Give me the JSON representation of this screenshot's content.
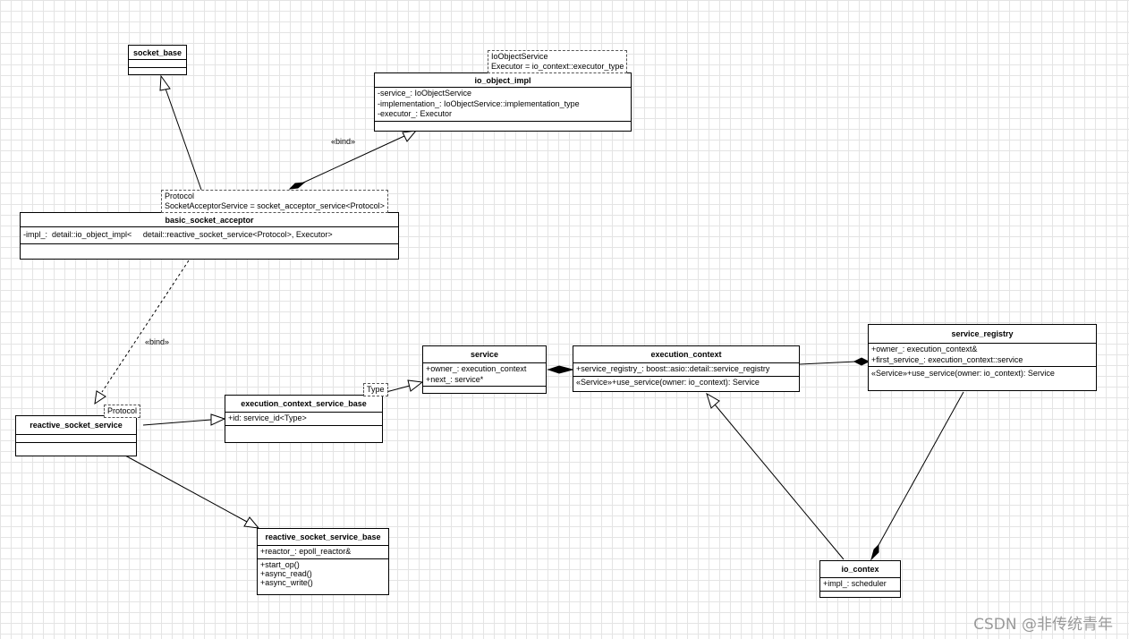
{
  "classes": {
    "socket_base": {
      "title": "socket_base"
    },
    "io_object_impl": {
      "title": "io_object_impl",
      "template": [
        "IoObjectService",
        "Executor = io_context::executor_type"
      ],
      "attributes": [
        "-service_: IoObjectService",
        "-implementation_: IoObjectService::implementation_type",
        "-executor_: Executor"
      ]
    },
    "basic_socket_acceptor": {
      "title": "basic_socket_acceptor",
      "template": [
        "Protocol",
        "SocketAcceptorService = socket_acceptor_service<Protocol>"
      ],
      "attributes": [
        "-impl_:  detail::io_object_impl<     detail::reactive_socket_service<Protocol>, Executor>"
      ]
    },
    "reactive_socket_service": {
      "title": "reactive_socket_service",
      "template": [
        "Protocol"
      ]
    },
    "execution_context_service_base": {
      "title": "execution_context_service_base",
      "template": [
        "Type"
      ],
      "attributes": [
        "+id: service_id<Type>"
      ]
    },
    "service": {
      "title": "service",
      "attributes": [
        "+owner_: execution_context",
        "+next_: service*"
      ]
    },
    "execution_context": {
      "title": "execution_context",
      "attributes": [
        "+service_registry_: boost::asio::detail::service_registry"
      ],
      "operations": [
        "«Service»+use_service(owner: io_context): Service"
      ]
    },
    "service_registry": {
      "title": "service_registry",
      "attributes": [
        "+owner_: execution_context&",
        "+first_service_: execution_context::service"
      ],
      "operations": [
        "«Service»+use_service(owner: io_context): Service"
      ]
    },
    "reactive_socket_service_base": {
      "title": "reactive_socket_service_base",
      "attributes": [
        "+reactor_: epoll_reactor&"
      ],
      "operations": [
        "+start_op()",
        "+async_read()",
        "+async_write()"
      ]
    },
    "io_contex": {
      "title": "io_contex",
      "attributes": [
        "+impl_: scheduler"
      ]
    }
  },
  "labels": {
    "bind1": "«bind»",
    "bind2": "«bind»"
  },
  "watermark": "CSDN @非传统青年"
}
